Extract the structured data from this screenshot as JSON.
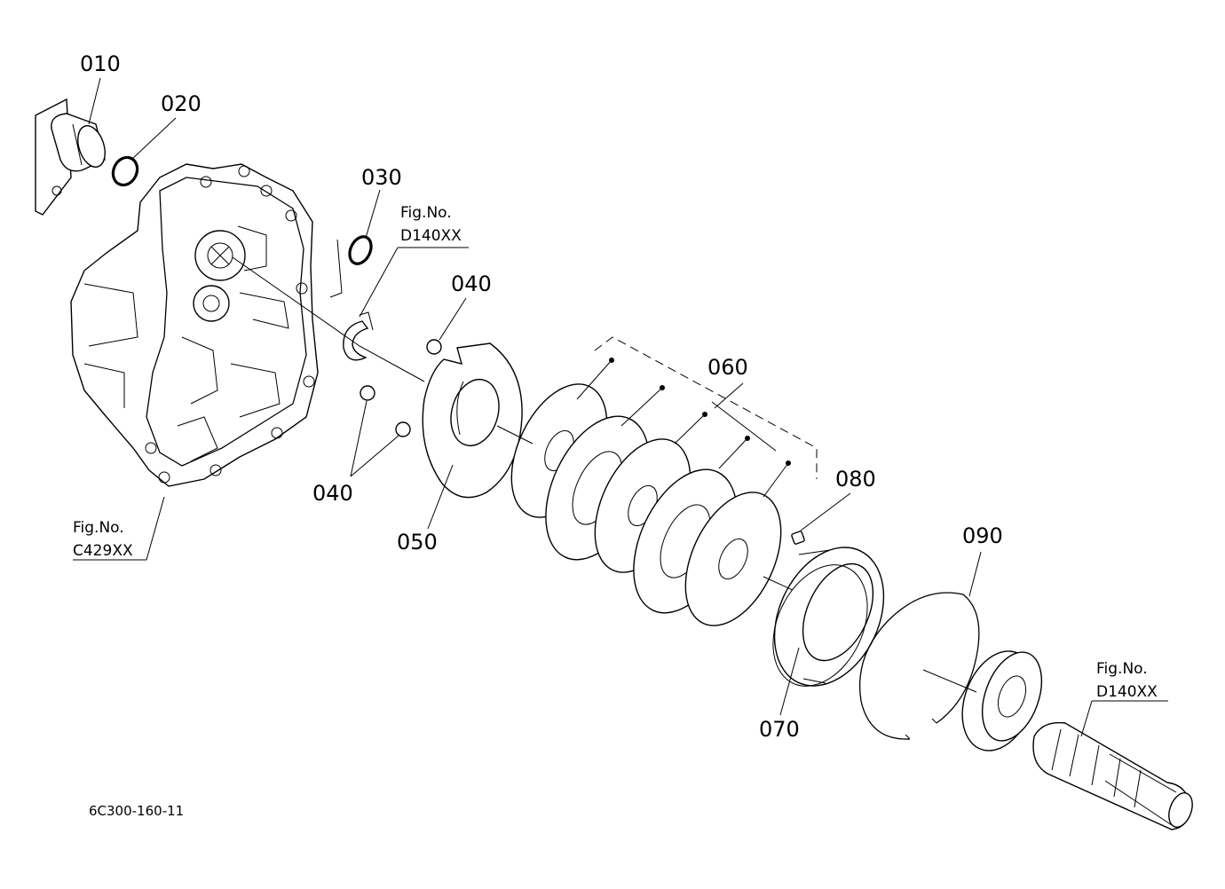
{
  "drawing_code": "6C300-160-11",
  "parts": [
    {
      "id": "010",
      "label": "010"
    },
    {
      "id": "020",
      "label": "020"
    },
    {
      "id": "030",
      "label": "030"
    },
    {
      "id": "040a",
      "label": "040"
    },
    {
      "id": "040b",
      "label": "040"
    },
    {
      "id": "050",
      "label": "050"
    },
    {
      "id": "060",
      "label": "060"
    },
    {
      "id": "070",
      "label": "070"
    },
    {
      "id": "080",
      "label": "080"
    },
    {
      "id": "090",
      "label": "090"
    }
  ],
  "figure_refs": [
    {
      "title": "Fig.No.",
      "code": "D140XX"
    },
    {
      "title": "Fig.No.",
      "code": "C429XX"
    },
    {
      "title": "Fig.No.",
      "code": "D140XX"
    }
  ]
}
